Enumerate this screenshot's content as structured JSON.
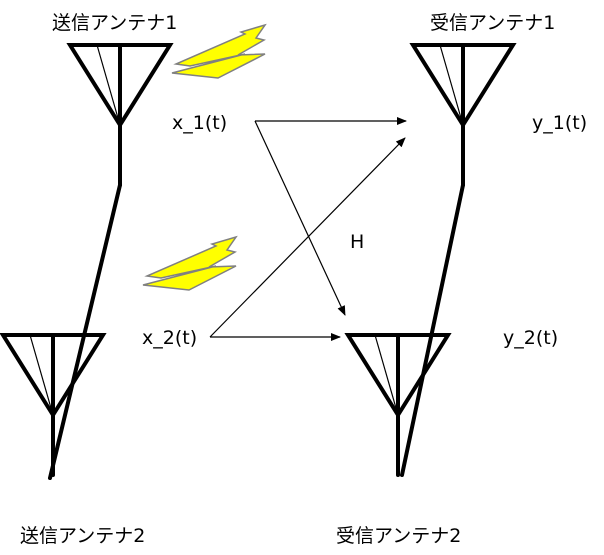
{
  "labels": {
    "tx_antenna_1": "送信アンテナ1",
    "tx_antenna_2": "送信アンテナ2",
    "rx_antenna_1": "受信アンテナ1",
    "rx_antenna_2": "受信アンテナ2",
    "x1": "x_1(t)",
    "x2": "x_2(t)",
    "y1": "y_1(t)",
    "y2": "y_2(t)",
    "channel": "H"
  },
  "colors": {
    "line": "#000000",
    "bolt_fill": "#ffff00",
    "bolt_outline": "#808080"
  }
}
